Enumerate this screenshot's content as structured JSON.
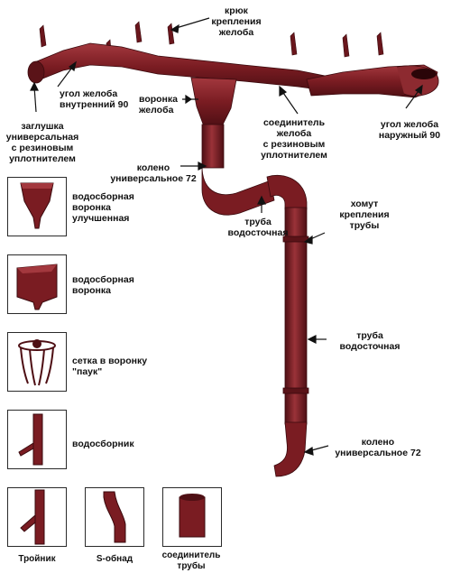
{
  "labels": {
    "hook": "крюк\nкрепления\nжелоба",
    "inner_corner": "угол желоба\nвнутренний 90",
    "funnel": "воронка\nжелоба",
    "end_cap": "заглушка\nуниверсальная\nс резиновым\nуплотнителем",
    "gutter_connector": "соединитель\nжелоба\nс резиновым\nуплотнителем",
    "outer_corner": "угол желоба\nнаружный 90",
    "elbow_top": "колено\nуниверсальное 72",
    "pipe_top": "труба\nводосточная",
    "pipe_clamp": "хомут\nкрепления\nтрубы",
    "pipe_mid": "труба\nводосточная",
    "elbow_bottom": "колено\nуниверсальное 72"
  },
  "parts": {
    "funnel_improved": "водосборная\nворонка\nулучшенная",
    "funnel_basic": "водосборная\nворонка",
    "spider_mesh": "сетка в воронку\n\"паук\"",
    "collector": "водосборник",
    "tee": "Тройник",
    "s_offset": "S-обнад",
    "pipe_connector": "соединитель\nтрубы"
  },
  "colors": {
    "metal": "#7a1c22",
    "metal_dark": "#4e0f14",
    "metal_light": "#a3383e"
  }
}
